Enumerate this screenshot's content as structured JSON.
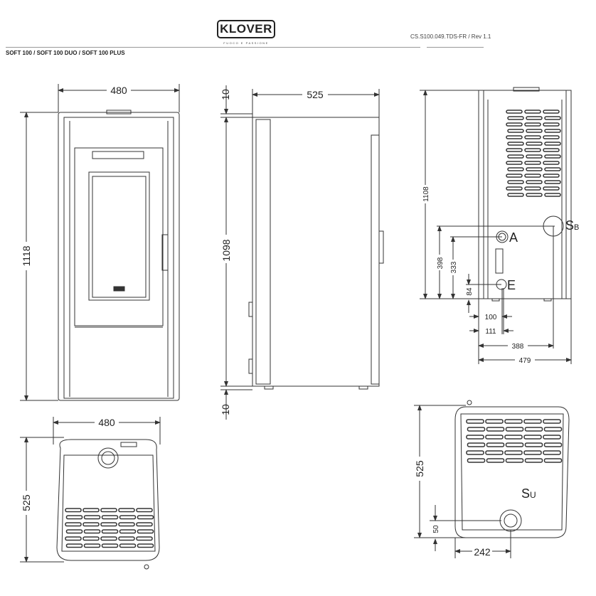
{
  "header": {
    "logo": "KLOVER",
    "tagline": "FUOCO E PASSIONE",
    "doc_ref": "CS.S100.049.TDS-FR / Rev 1.1",
    "models": "SOFT 100 / SOFT 100 DUO / SOFT 100 PLUS"
  },
  "front_view": {
    "width": "480",
    "height": "1118"
  },
  "side_view": {
    "depth": "525",
    "top_gap": "10",
    "height": "1098",
    "bottom_gap": "10"
  },
  "rear_view": {
    "height": "1108",
    "h_sb": "398",
    "h_a": "333",
    "h_e": "84",
    "x_a": "100",
    "x_e": "111",
    "x_sb": "388",
    "width": "479",
    "label_sb": "S",
    "label_sb_sub": "B",
    "label_a": "A",
    "label_e": "E"
  },
  "top_view": {
    "width": "480",
    "depth": "525"
  },
  "bottom_view": {
    "depth": "525",
    "y_su": "50",
    "x_su": "242",
    "label_su": "S",
    "label_su_sub": "U"
  }
}
